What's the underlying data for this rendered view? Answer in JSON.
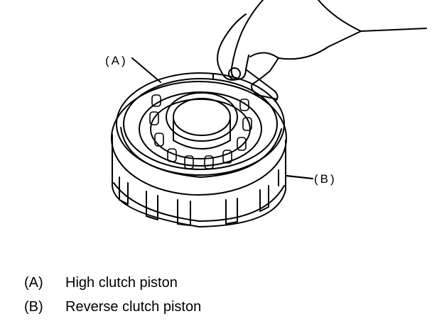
{
  "callouts": [
    {
      "key": "(A)"
    },
    {
      "key": "(B)"
    }
  ],
  "legend": [
    {
      "key": "(A)",
      "text": "High clutch piston"
    },
    {
      "key": "(B)",
      "text": "Reverse clutch piston"
    }
  ]
}
